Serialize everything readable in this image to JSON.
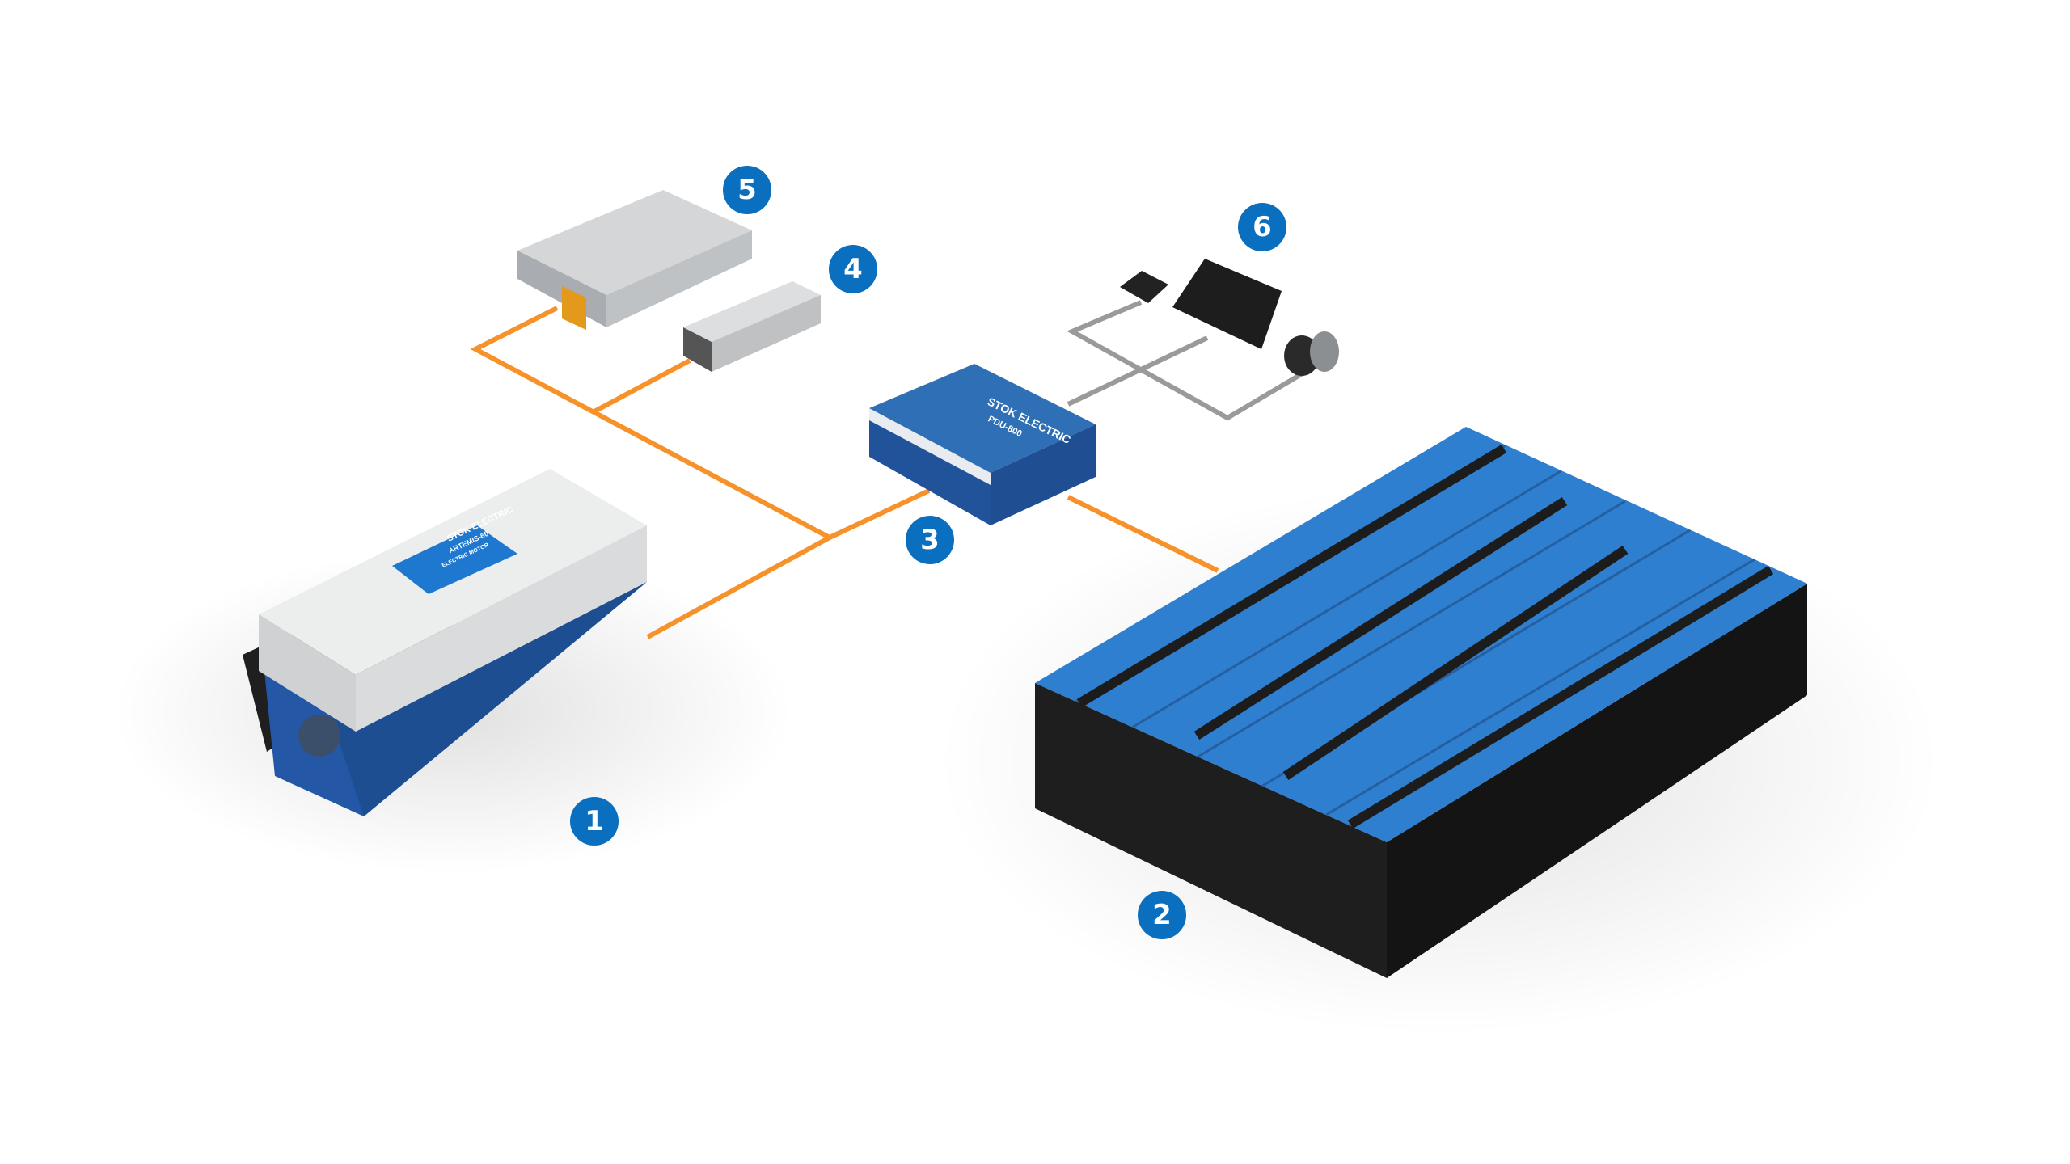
{
  "colors": {
    "accent": "#0a6fbf",
    "cable_hv": "#f7922a",
    "cable_lv": "#9a9a9a",
    "battery_blue": "#2f7fd0",
    "battery_black": "#1e1e1e"
  },
  "badges": [
    "1",
    "2",
    "3",
    "4",
    "5",
    "6"
  ],
  "motor": {
    "brand": "STOK ELECTRIC",
    "model": "ARTEMIS-60",
    "type": "ELECTRIC MOTOR"
  },
  "pdu": {
    "brand": "STOK ELECTRIC",
    "model": "PDU-800"
  }
}
